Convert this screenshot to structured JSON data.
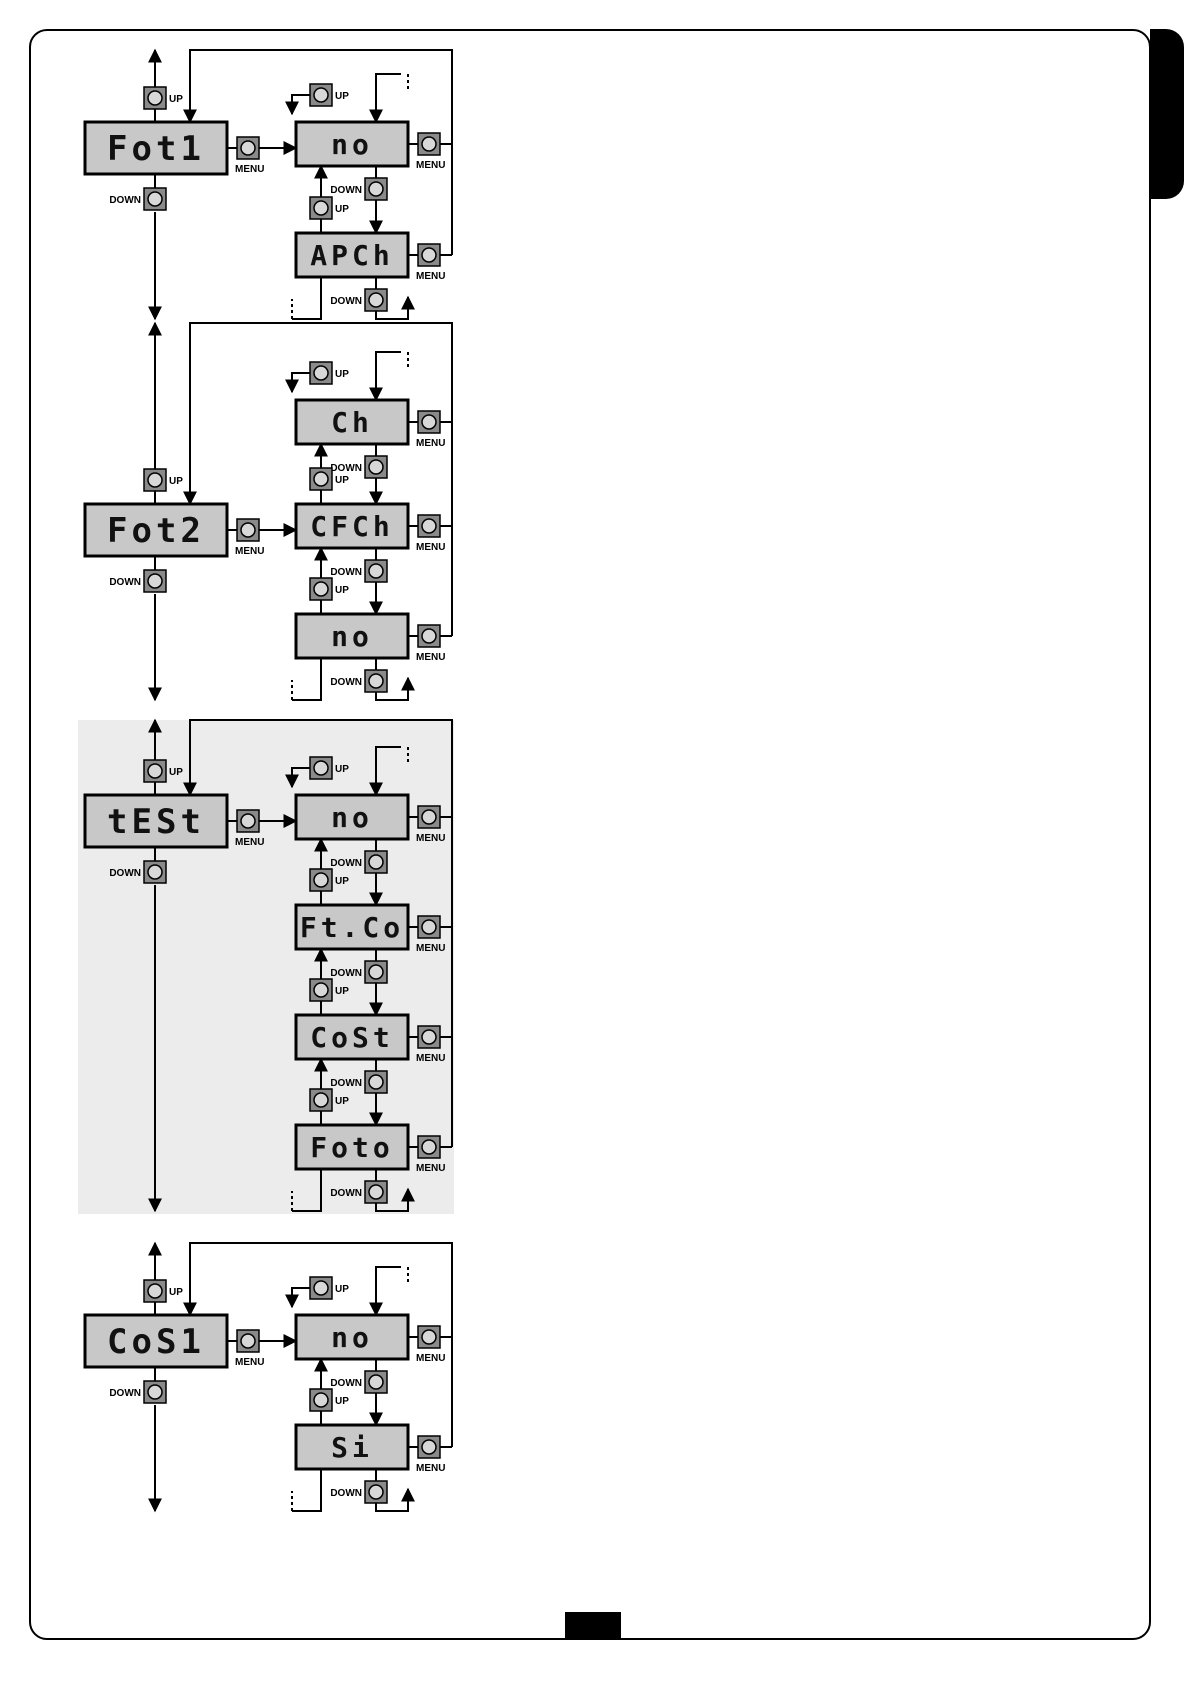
{
  "labels": {
    "up": "UP",
    "down": "DOWN",
    "menu": "MENU"
  },
  "colors": {
    "display_bg": "#c8c8c8",
    "button_bg": "#8a8a8a",
    "line": "#000000"
  },
  "groups": [
    {
      "id": "fot1",
      "display": "Fot1",
      "options": [
        "no",
        "APCh"
      ]
    },
    {
      "id": "fot2",
      "display": "Fot2",
      "options": [
        "Ch",
        "CFCh",
        "no"
      ]
    },
    {
      "id": "test",
      "display": "tESt",
      "options": [
        "no",
        "Ft.Co",
        "CoSt",
        "Foto"
      ]
    },
    {
      "id": "cos1",
      "display": "CoS1",
      "options": [
        "no",
        "Si"
      ]
    }
  ]
}
